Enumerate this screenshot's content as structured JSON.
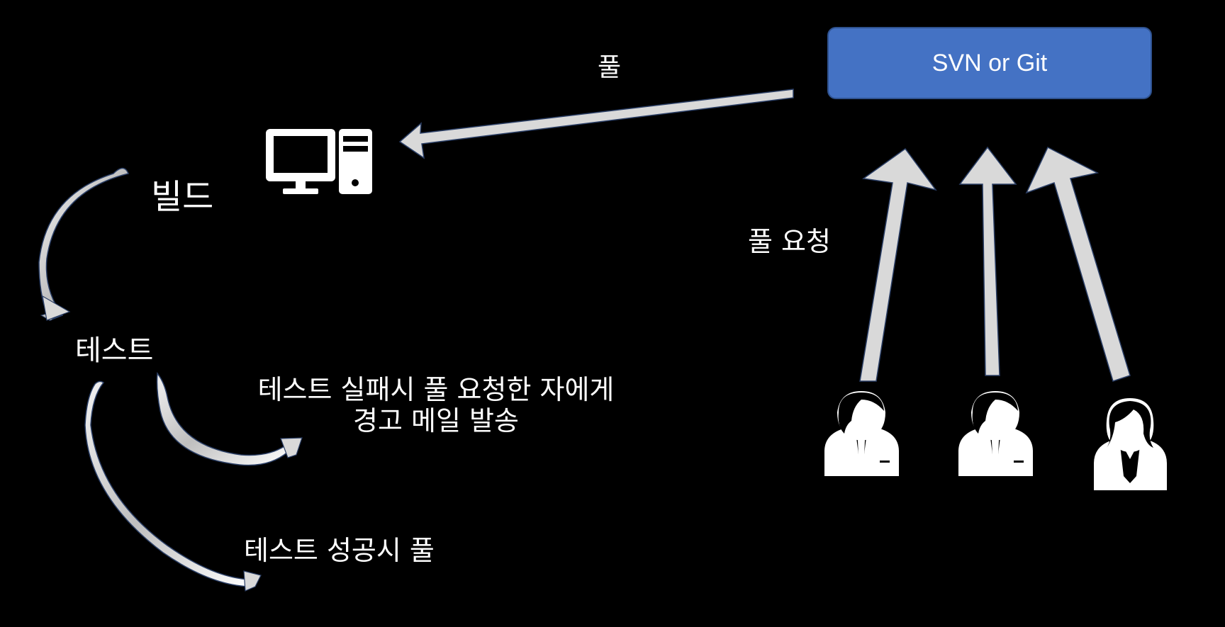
{
  "repository": {
    "label": "SVN or Git"
  },
  "labels": {
    "pull": "풀",
    "build": "빌드",
    "pull_request": "풀 요청",
    "test": "테스트",
    "fail_line1": "테스트 실패시 풀 요청한 자에게",
    "fail_line2": "경고 메일 발송",
    "success": "테스트 성공시 풀"
  },
  "icons": {
    "build_machine": "desktop-computer-icon",
    "developers": [
      "businessman-icon",
      "businessman-icon",
      "businesswoman-icon"
    ]
  },
  "colors": {
    "background": "#000000",
    "repo_fill": "#4472c4",
    "arrow_fill": "#d9d9d9",
    "text": "#ffffff"
  }
}
